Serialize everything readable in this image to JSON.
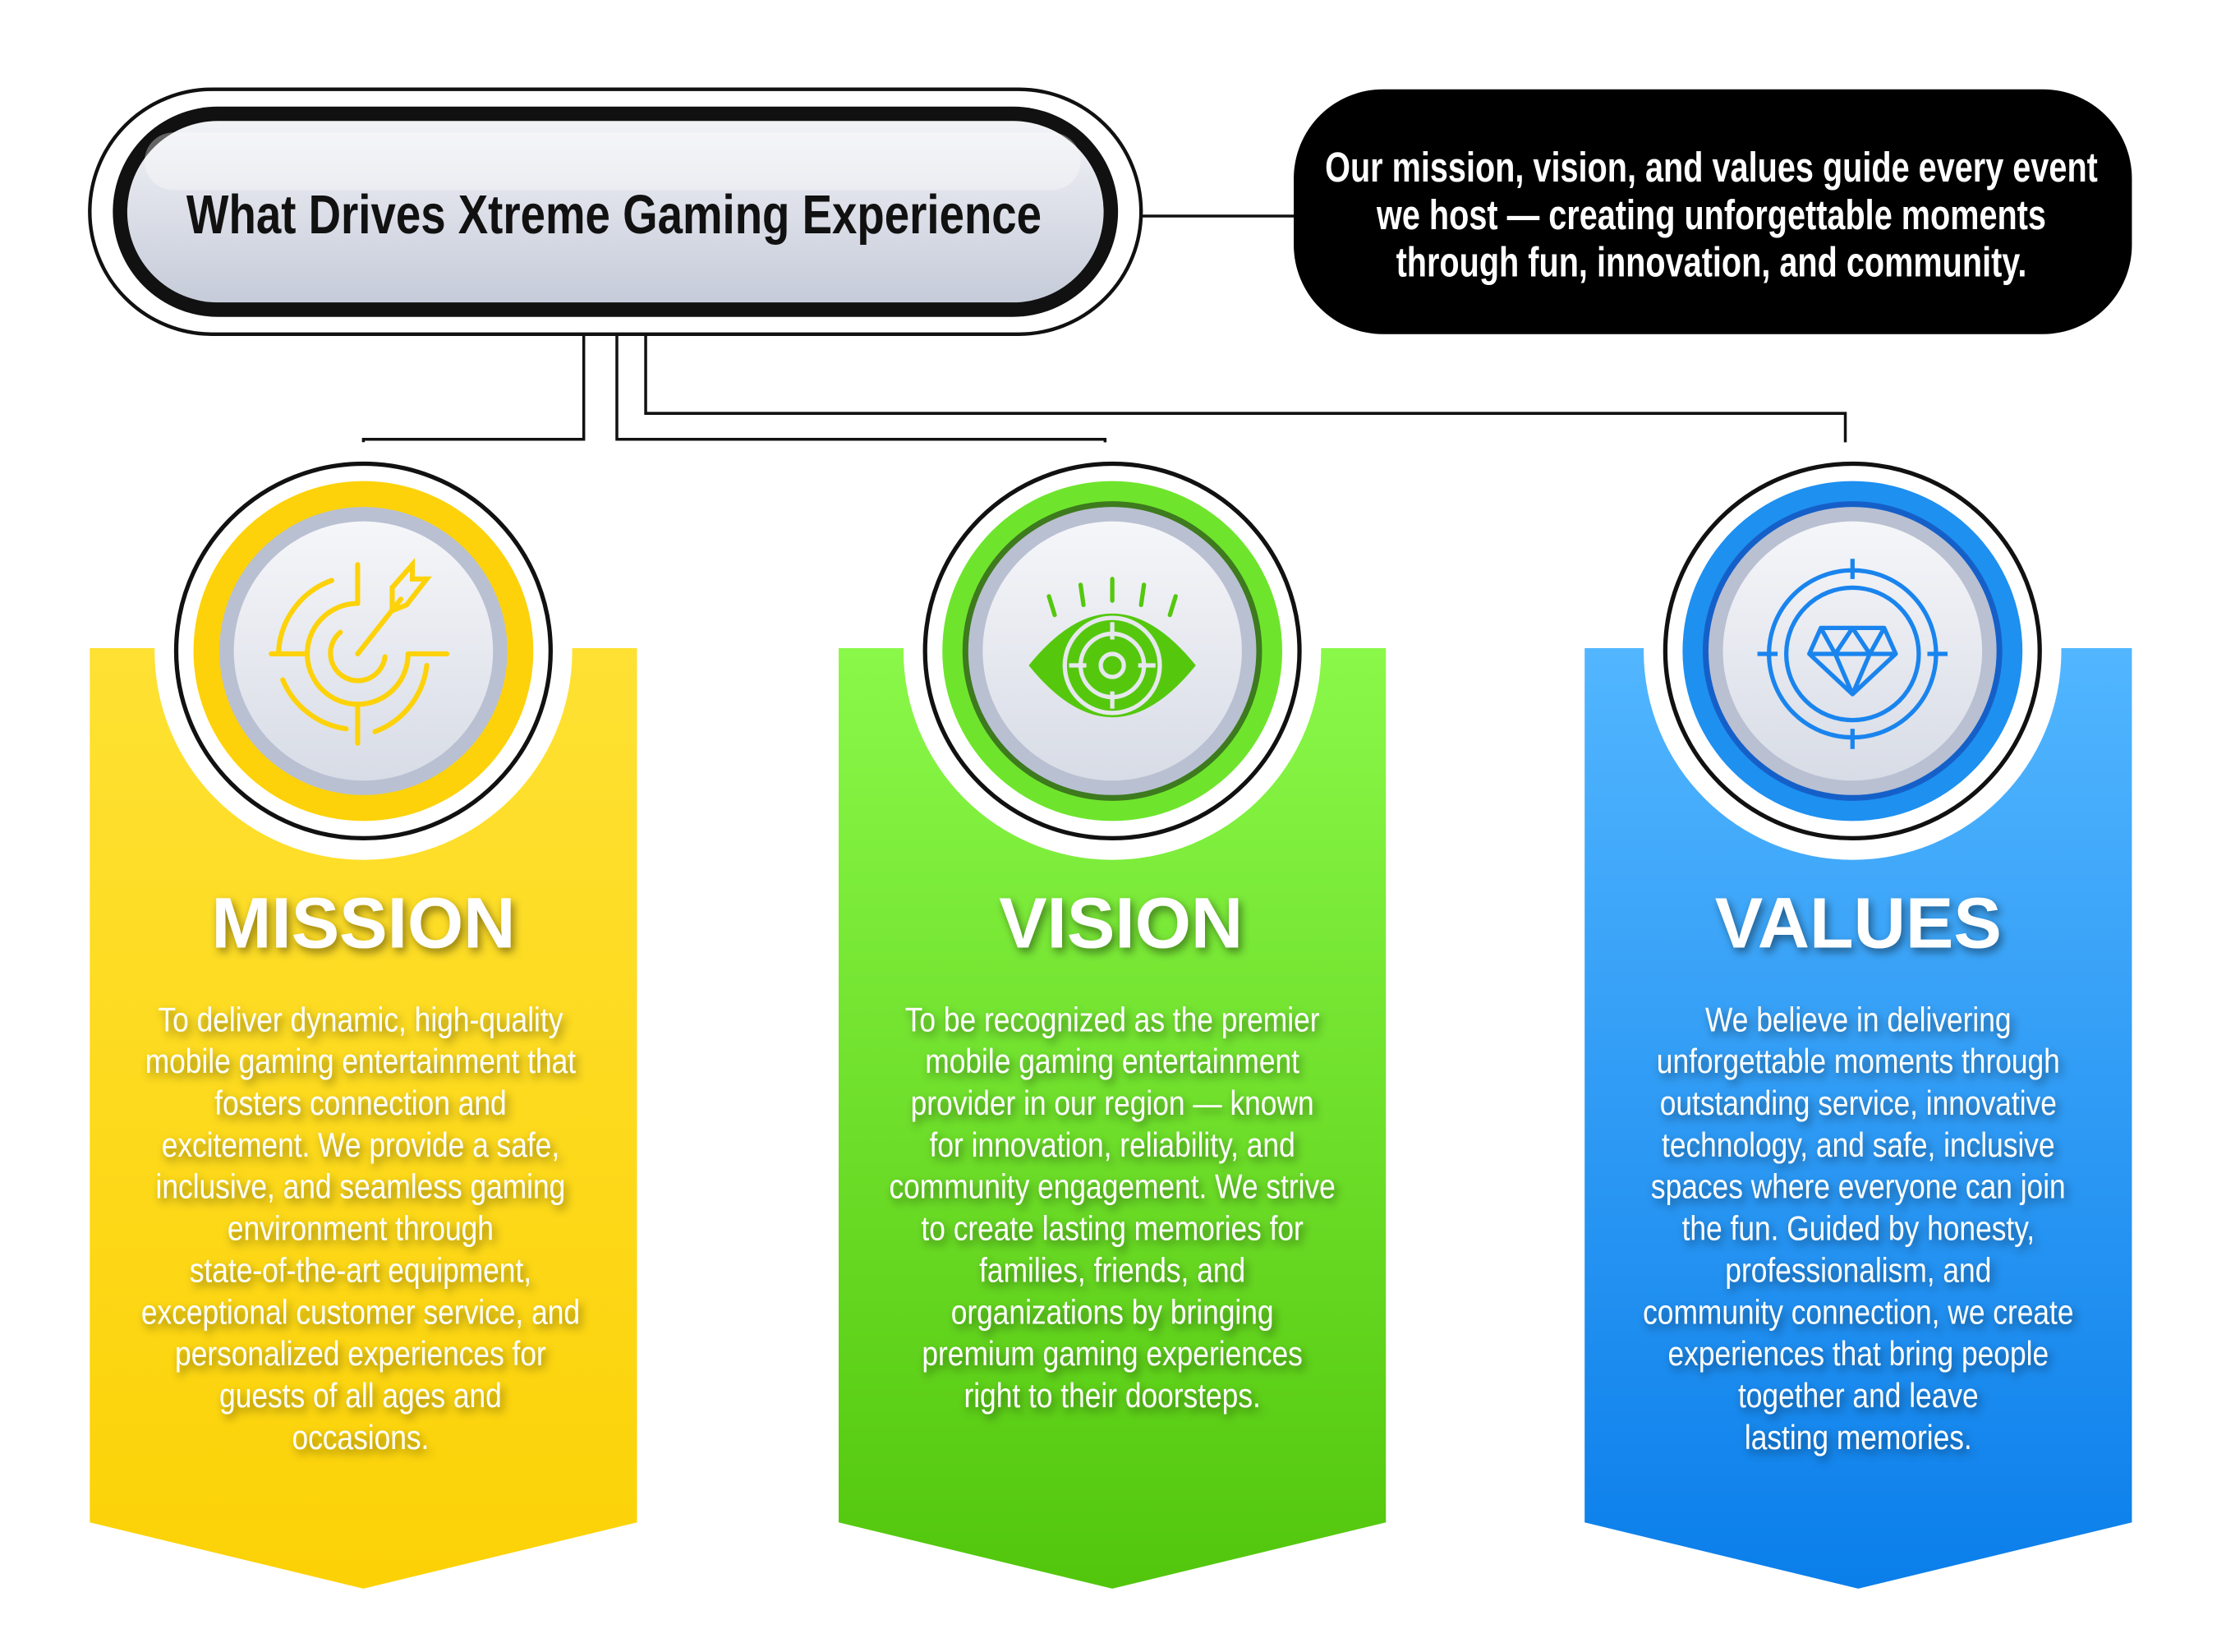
{
  "title": "What Drives Xtreme Gaming Experience",
  "intro": {
    "lines": [
      "Our mission, vision, and values guide every event",
      "we host — creating unforgettable moments",
      "through fun, innovation, and community."
    ]
  },
  "colors": {
    "mission": "#FDD20A",
    "vision": "#5FD41A",
    "values": "#1A8CF0"
  },
  "cards": [
    {
      "heading": "MISSION",
      "icon": "target-arrow-icon",
      "lines": [
        "To deliver dynamic, high-quality",
        "mobile gaming entertainment that",
        "fosters connection and",
        "excitement. We provide a safe,",
        "inclusive, and seamless gaming",
        "environment through",
        "state-of-the-art equipment,",
        "exceptional customer service, and",
        "personalized experiences for",
        "guests of all ages and",
        "occasions."
      ]
    },
    {
      "heading": "VISION",
      "icon": "eye-target-icon",
      "lines": [
        "To be recognized as the premier",
        "mobile gaming entertainment",
        "provider in our region — known",
        "for innovation, reliability, and",
        "community engagement. We strive",
        "to create lasting memories for",
        "families, friends, and",
        "organizations by bringing",
        "premium gaming experiences",
        "right to their doorsteps."
      ]
    },
    {
      "heading": "VALUES",
      "icon": "diamond-target-icon",
      "lines": [
        "We believe in delivering",
        "unforgettable moments through",
        "outstanding service, innovative",
        "technology, and safe, inclusive",
        "spaces where everyone can join",
        "the fun. Guided by honesty,",
        "professionalism, and",
        "community connection, we create",
        "experiences that bring people",
        "together and leave",
        "lasting memories."
      ]
    }
  ]
}
